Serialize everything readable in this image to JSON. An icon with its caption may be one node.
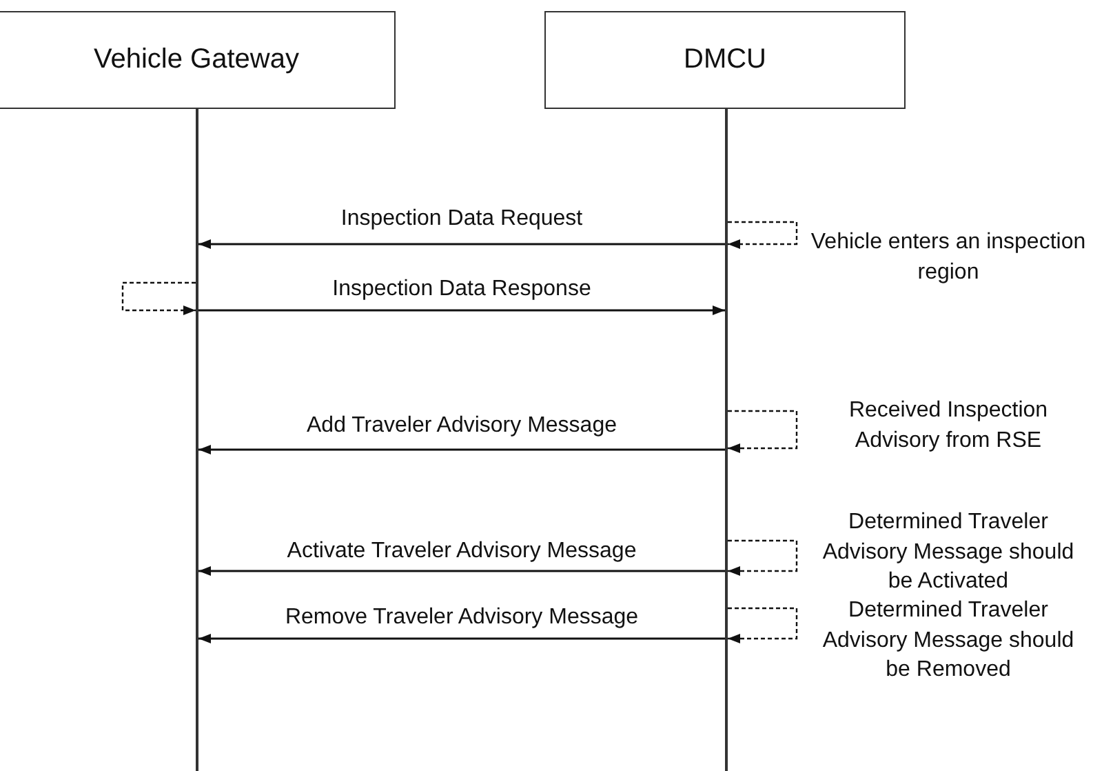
{
  "diagram": {
    "nodes": [
      {
        "text": [
          "Vehicle Gateway"
        ]
      },
      {
        "text": [
          "DMCU"
        ]
      },
      {
        "text": [],
        "shape": "bar"
      },
      {
        "text": [],
        "shape": "bar"
      }
    ],
    "edges": [
      {
        "from": 3,
        "to": 3,
        "arrow": "to",
        "style": "dashed"
      },
      {
        "from": 3,
        "to": 2,
        "arrow": "to",
        "label": "Inspection Data Request"
      },
      {
        "from": 2,
        "to": 2,
        "arrow": "to",
        "style": "dashed"
      },
      {
        "from": 2,
        "to": 3,
        "arrow": "to",
        "label": "Inspection Data Response"
      },
      {
        "from": 3,
        "to": 3,
        "arrow": "to",
        "style": "dashed"
      },
      {
        "from": 3,
        "to": 2,
        "arrow": "to",
        "label": "Add Traveler Advisory Message"
      },
      {
        "from": 3,
        "to": 3,
        "arrow": "to",
        "style": "dashed"
      },
      {
        "from": 3,
        "to": 2,
        "arrow": "to",
        "label": "Activate Traveler Advisory Message"
      },
      {
        "from": 3,
        "to": 3,
        "arrow": "to",
        "style": "dashed"
      },
      {
        "from": 3,
        "to": 2,
        "arrow": "to",
        "label": "Remove Traveler Advisory Message"
      }
    ],
    "labels": [
      "Vehicle enters an inspection region",
      "Received Inspection Advisory from RSE",
      "Determined Traveler Advisory Message should be Activated",
      "Determined Traveler Advisory Message should be Removed"
    ]
  }
}
